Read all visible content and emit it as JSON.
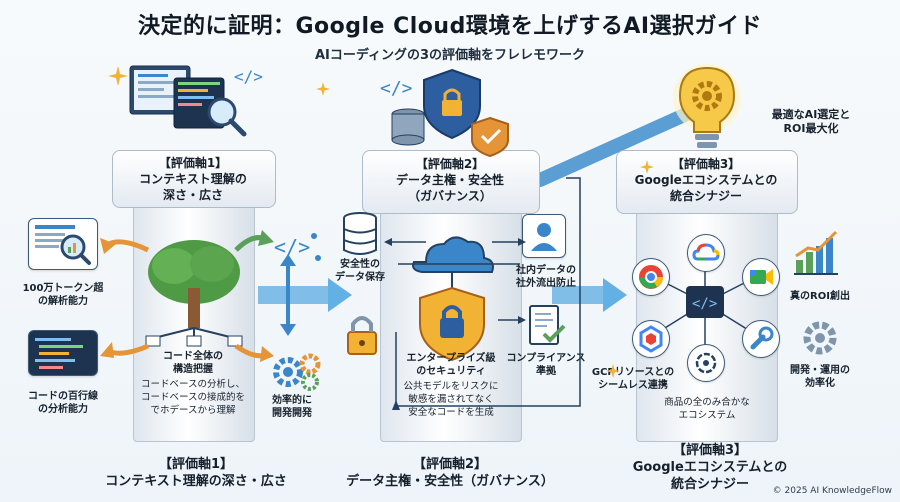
{
  "title": "決定的に証明：Google Cloud環境を上げするAI選択ガイド",
  "subtitle": "AIコーディングの3の評価軸をフレレモワーク",
  "pillar1": {
    "cap": "【評価軸1】\nコンテキスト理解の\n深さ・広さ",
    "token_label": "100万トークン超\nの解析能力",
    "lines_label": "コードの百行線\nの分析能力",
    "structure_label": "コード全体の\n構造把握",
    "structure_desc": "コードベースの分析し、\nコードベースの接成的を\nでホデースから理解",
    "efficiency_label": "効率的に\n開発開発",
    "bottom": "【評価軸1】\nコンテキスト理解の深さ・広さ"
  },
  "pillar2": {
    "cap": "【評価軸2】\nデータ主権・安全性\n（ガバナンス）",
    "storage_label": "安全性の\nデータ保存",
    "leak_label": "社内データの\n社外流出防止",
    "enterprise_label": "エンタープライズ級\nのセキュリティ",
    "enterprise_desc": "公共モデルをリスクに\n敏感を漏されてなく\n安全なコードを生成",
    "compliance_label": "コンプライアンス\n準拠",
    "bottom": "【評価軸2】\nデータ主権・安全性（ガバナンス）"
  },
  "pillar3": {
    "cap": "【評価軸3】\nGoogleエコシステムとの\n統合シナジー",
    "roi_top": "最適なAI選定と\nROI最大化",
    "roi_label": "真のROI創出",
    "ops_label": "開発・運用の\n効率化",
    "gcp_label": "GCPリソースとの\nシームレス連携",
    "eco_label": "商品の全のみ合かな\nエコシステム",
    "bottom": "【評価軸3】\nGoogleエコシステムとの\n統合シナジー"
  },
  "footer": "© 2025 AI KnowledgeFlow",
  "colors": {
    "arrow_blue": "#3a86c8",
    "arrow_green": "#5aa05a",
    "arrow_orange": "#e59437",
    "shield_gold": "#f2b233",
    "navy": "#24415f"
  }
}
